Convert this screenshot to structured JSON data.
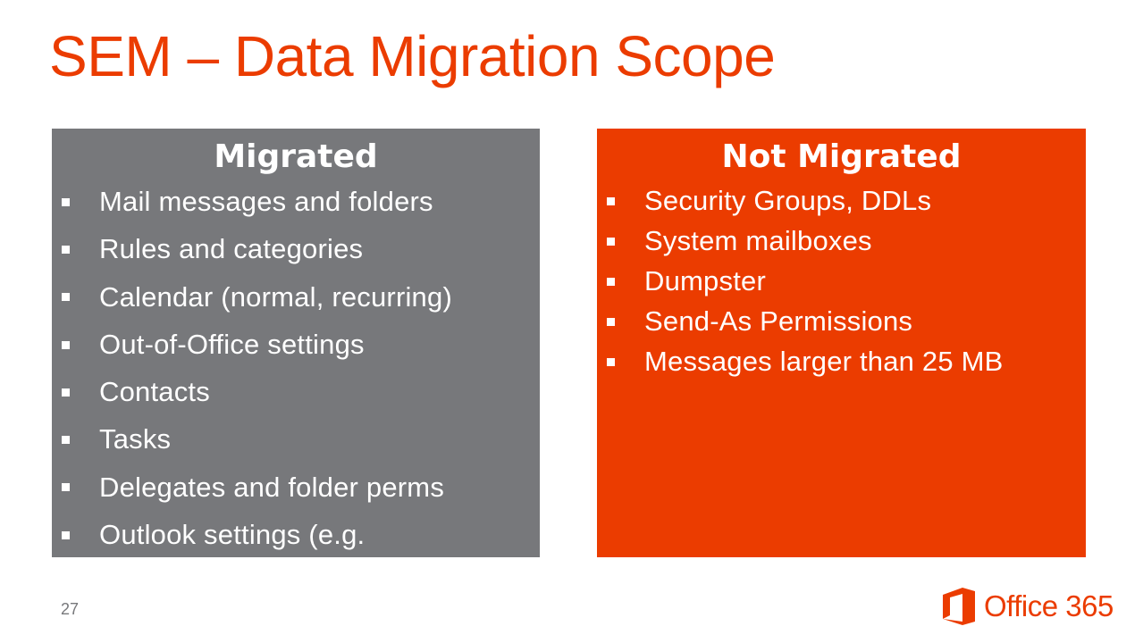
{
  "slide": {
    "title": "SEM – Data Migration Scope",
    "page_number": "27"
  },
  "migrated": {
    "heading": "Migrated",
    "items": [
      "Mail messages and folders",
      "Rules and categories",
      "Calendar (normal, recurring)",
      "Out-of-Office settings",
      "Contacts",
      "Tasks",
      "Delegates and folder perms",
      "Outlook settings (e.g."
    ]
  },
  "not_migrated": {
    "heading": "Not Migrated",
    "items": [
      "Security Groups, DDLs",
      "System mailboxes",
      "Dumpster",
      "Send-As Permissions",
      "Messages larger than 25 MB"
    ]
  },
  "logo": {
    "text": "Office 365",
    "icon": "office-logo-icon"
  },
  "colors": {
    "accent": "#eb3c00",
    "gray_panel": "#77787b",
    "text_on_panel": "#ffffff"
  }
}
